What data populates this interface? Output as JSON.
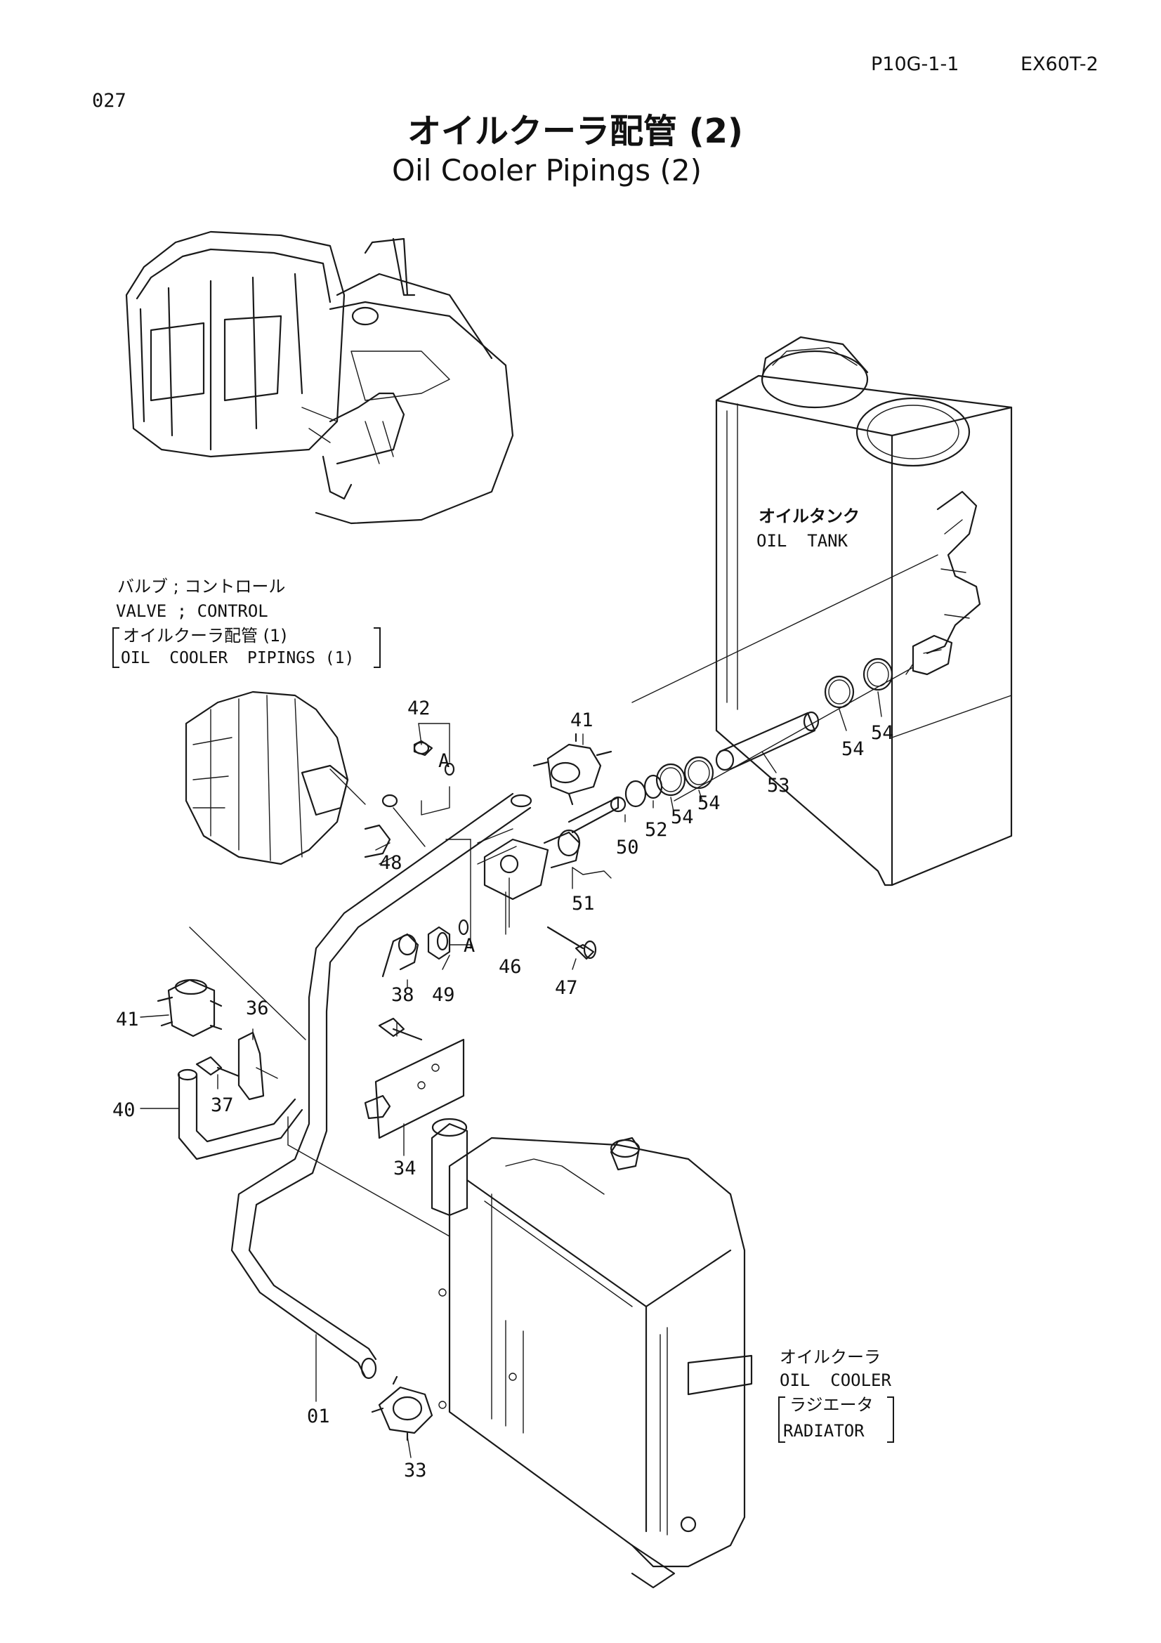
{
  "header": {
    "page_code": "P10G-1-1",
    "model": "EX60T-2",
    "page_number": "027"
  },
  "title": {
    "japanese": "オイルクーラ配管 (2)",
    "english": "Oil Cooler Pipings (2)"
  },
  "labels": {
    "oil_tank_jp": "オイルタンク",
    "oil_tank_en": "OIL  TANK",
    "valve_jp": "バルブ ; コントロール",
    "valve_en": "VALVE ; CONTROL",
    "valve_ref_jp": "オイルクーラ配管 (1)",
    "valve_ref_en": "OIL  COOLER  PIPINGS (1)",
    "cooler_jp": "オイルクーラ",
    "cooler_en": "OIL  COOLER",
    "radiator_jp": "ラジエータ",
    "radiator_en": "RADIATOR",
    "ref_a_top": "A",
    "ref_a_bottom": "A"
  },
  "part_numbers": {
    "p42": "42",
    "p41_top": "41",
    "p48": "48",
    "p51": "51",
    "p50": "50",
    "p52": "52",
    "p54_a": "54",
    "p54_b": "54",
    "p53": "53",
    "p54_c": "54",
    "p54_d": "54",
    "p46": "46",
    "p47": "47",
    "p49": "49",
    "p38": "38",
    "p36": "36",
    "p41_left": "41",
    "p37": "37",
    "p40": "40",
    "p34": "34",
    "p01": "01",
    "p33": "33"
  }
}
